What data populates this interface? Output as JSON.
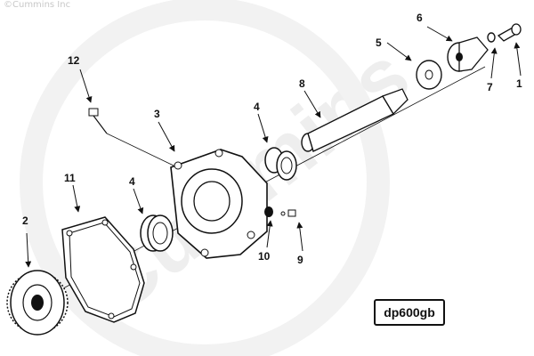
{
  "copyright": "©Cummins Inc",
  "watermark": "Cummins",
  "part_code": "dp600gb",
  "callouts": [
    "1",
    "2",
    "3",
    "4",
    "4",
    "5",
    "6",
    "7",
    "8",
    "9",
    "10",
    "11",
    "12"
  ],
  "colors": {
    "line": "#111111",
    "watermark": "#eeeeee",
    "label_text": "#111111"
  }
}
